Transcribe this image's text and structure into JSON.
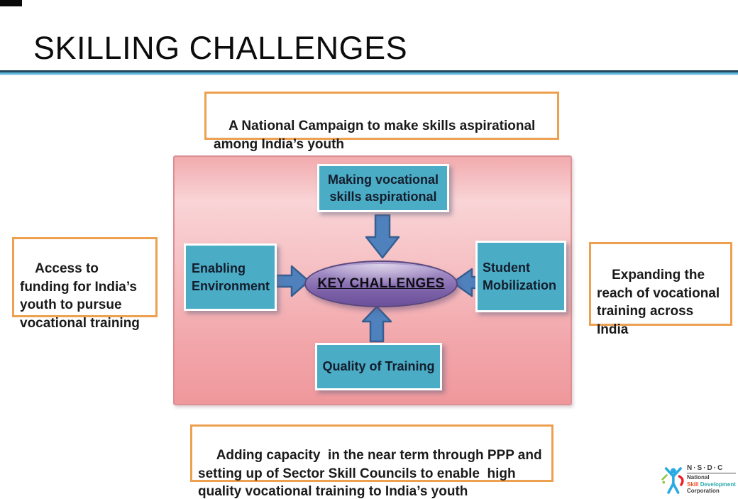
{
  "slide": {
    "title": "SKILLING CHALLENGES"
  },
  "callouts": {
    "top": "A National Campaign to make skills aspirational among India’s youth",
    "left": "Access to funding for India’s youth to pursue vocational training",
    "right": "Expanding the reach of vocational training across India",
    "bottom": " Adding capacity  in the near term through PPP and setting up of Sector Skill Councils to enable  high quality vocational training to India’s youth"
  },
  "diagram": {
    "center_label": "KEY CHALLENGES",
    "node_top": "Making vocational skills aspirational",
    "node_left": "Enabling Environment",
    "node_right": "Student Mobilization",
    "node_bottom": "Quality of Training",
    "arrow_icons": [
      "arrow-down-icon",
      "arrow-right-icon",
      "arrow-left-icon",
      "arrow-up-icon"
    ]
  },
  "logo": {
    "acronym": "N·S·D·C",
    "line1": "National",
    "line2_a": "Skill",
    "line2_b": "Development",
    "line3": "Corporation",
    "figure_icon": "nsdc-person-icon"
  },
  "colors": {
    "callout_border_orange": "#EDA04F",
    "node_teal": "#4BACC6",
    "node_text": "#141D2C",
    "arrow_blue_fill": "#4F81BD",
    "arrow_blue_stroke": "#365F91",
    "ellipse_purple": "#7C61A8",
    "ellipse_border": "#5A477E",
    "panel_pink_top": "#F9D4D6",
    "panel_pink_bottom": "#EF989C",
    "panel_border": "#DB9094",
    "divider_dark": "#24475C",
    "divider_blue": "#4BA6CF",
    "logo_blue": "#29ABE2",
    "logo_green": "#8DC63F",
    "logo_red": "#ED1C24",
    "logo_orange_text": "#F04E23",
    "logo_teal_text": "#2AA9AE",
    "logo_gray_text": "#414042"
  }
}
